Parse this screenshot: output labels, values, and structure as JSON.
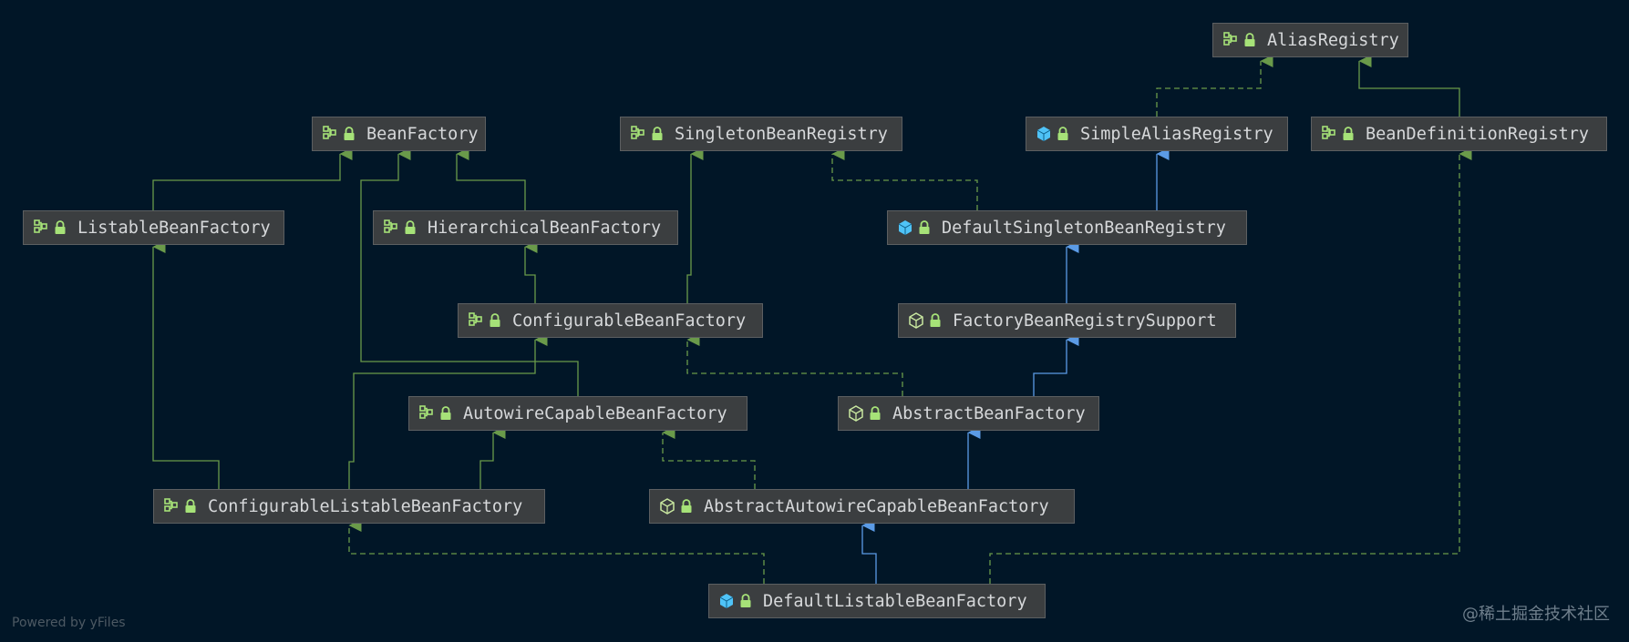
{
  "colors": {
    "background": "#011627",
    "interface_edge": "#6a9a4a",
    "class_edge": "#5b9be6",
    "interface_icon": "#a6e278",
    "class_icon": "#4fc3f7",
    "abstract_icon": "#c9e8a0",
    "lock": "#a6e278"
  },
  "nodes": {
    "alias_registry": {
      "label": "AliasRegistry",
      "icon": "interface-icon"
    },
    "bean_factory": {
      "label": "BeanFactory",
      "icon": "interface-icon"
    },
    "singleton_bean_registry": {
      "label": "SingletonBeanRegistry",
      "icon": "interface-icon"
    },
    "simple_alias_registry": {
      "label": "SimpleAliasRegistry",
      "icon": "class-icon"
    },
    "bean_definition_registry": {
      "label": "BeanDefinitionRegistry",
      "icon": "interface-icon"
    },
    "listable_bean_factory": {
      "label": "ListableBeanFactory",
      "icon": "interface-icon"
    },
    "hierarchical_bean_factory": {
      "label": "HierarchicalBeanFactory",
      "icon": "interface-icon"
    },
    "default_singleton_bean_registry": {
      "label": "DefaultSingletonBeanRegistry",
      "icon": "class-icon"
    },
    "configurable_bean_factory": {
      "label": "ConfigurableBeanFactory",
      "icon": "interface-icon"
    },
    "factory_bean_registry_support": {
      "label": "FactoryBeanRegistrySupport",
      "icon": "abstract-class-icon"
    },
    "autowire_capable_bean_factory": {
      "label": "AutowireCapableBeanFactory",
      "icon": "interface-icon"
    },
    "abstract_bean_factory": {
      "label": "AbstractBeanFactory",
      "icon": "abstract-class-icon"
    },
    "configurable_listable_bean_factory": {
      "label": "ConfigurableListableBeanFactory",
      "icon": "interface-icon"
    },
    "abstract_autowire_capable_bean_factory": {
      "label": "AbstractAutowireCapableBeanFactory",
      "icon": "abstract-class-icon"
    },
    "default_listable_bean_factory": {
      "label": "DefaultListableBeanFactory",
      "icon": "class-icon"
    }
  },
  "edges": [
    {
      "from": "simple_alias_registry",
      "to": "alias_registry",
      "kind": "implements"
    },
    {
      "from": "bean_definition_registry",
      "to": "alias_registry",
      "kind": "extends-interface"
    },
    {
      "from": "listable_bean_factory",
      "to": "bean_factory",
      "kind": "extends-interface"
    },
    {
      "from": "hierarchical_bean_factory",
      "to": "bean_factory",
      "kind": "extends-interface"
    },
    {
      "from": "autowire_capable_bean_factory",
      "to": "bean_factory",
      "kind": "extends-interface"
    },
    {
      "from": "default_singleton_bean_registry",
      "to": "singleton_bean_registry",
      "kind": "implements"
    },
    {
      "from": "default_singleton_bean_registry",
      "to": "simple_alias_registry",
      "kind": "extends-class"
    },
    {
      "from": "configurable_bean_factory",
      "to": "hierarchical_bean_factory",
      "kind": "extends-interface"
    },
    {
      "from": "configurable_bean_factory",
      "to": "singleton_bean_registry",
      "kind": "extends-interface"
    },
    {
      "from": "factory_bean_registry_support",
      "to": "default_singleton_bean_registry",
      "kind": "extends-class"
    },
    {
      "from": "abstract_bean_factory",
      "to": "configurable_bean_factory",
      "kind": "implements"
    },
    {
      "from": "abstract_bean_factory",
      "to": "factory_bean_registry_support",
      "kind": "extends-class"
    },
    {
      "from": "configurable_listable_bean_factory",
      "to": "listable_bean_factory",
      "kind": "extends-interface"
    },
    {
      "from": "configurable_listable_bean_factory",
      "to": "configurable_bean_factory",
      "kind": "extends-interface"
    },
    {
      "from": "configurable_listable_bean_factory",
      "to": "autowire_capable_bean_factory",
      "kind": "extends-interface"
    },
    {
      "from": "abstract_autowire_capable_bean_factory",
      "to": "autowire_capable_bean_factory",
      "kind": "implements"
    },
    {
      "from": "abstract_autowire_capable_bean_factory",
      "to": "abstract_bean_factory",
      "kind": "extends-class"
    },
    {
      "from": "default_listable_bean_factory",
      "to": "configurable_listable_bean_factory",
      "kind": "implements"
    },
    {
      "from": "default_listable_bean_factory",
      "to": "abstract_autowire_capable_bean_factory",
      "kind": "extends-class"
    },
    {
      "from": "default_listable_bean_factory",
      "to": "bean_definition_registry",
      "kind": "implements"
    }
  ],
  "footer": {
    "powered_by": "Powered by yFiles"
  },
  "watermark": {
    "text": "@稀土掘金技术社区"
  }
}
